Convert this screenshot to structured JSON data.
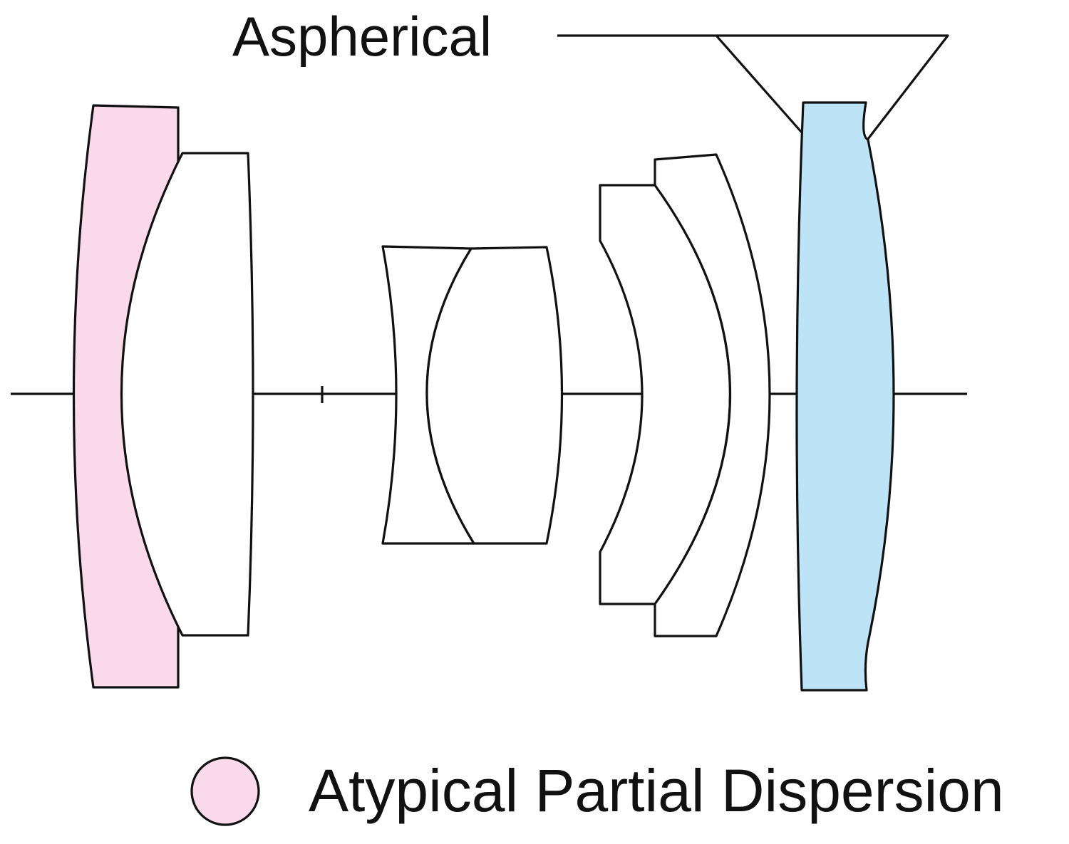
{
  "aspherical_label": "Aspherical",
  "legend": {
    "label": "Atypical Partial Dispersion",
    "swatch_color": "#f9d9ea"
  },
  "colors": {
    "apd_glass": "#f9d9ea",
    "aspherical_glass": "#bde3f6",
    "plain_glass": "#ffffff",
    "line": "#111111"
  },
  "lens_elements": [
    {
      "name": "front-apd-meniscus",
      "type": "Atypical Partial Dispersion"
    },
    {
      "name": "front-convex",
      "type": "standard"
    },
    {
      "name": "doublet-concave",
      "type": "standard"
    },
    {
      "name": "doublet-convex",
      "type": "standard"
    },
    {
      "name": "rear-meniscus-1",
      "type": "standard"
    },
    {
      "name": "rear-meniscus-2",
      "type": "standard"
    },
    {
      "name": "rear-aspherical",
      "type": "Aspherical"
    }
  ]
}
